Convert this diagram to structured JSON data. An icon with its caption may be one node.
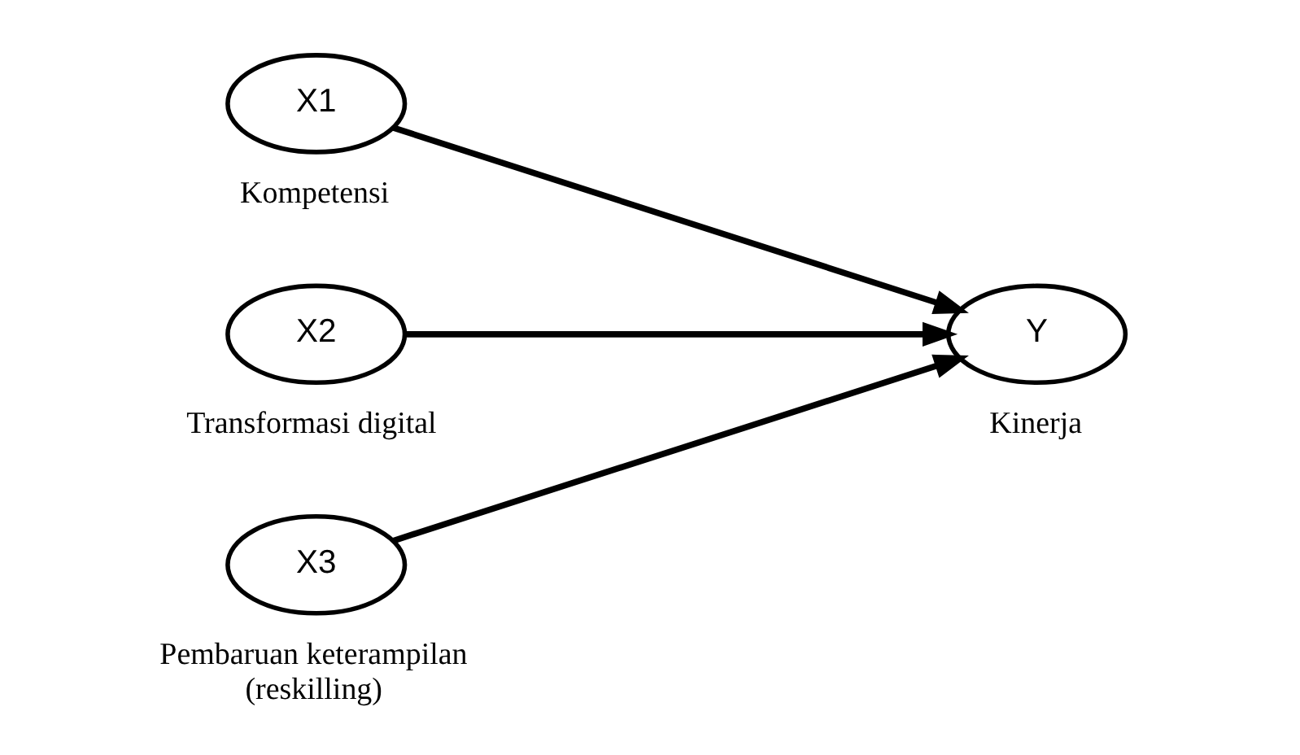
{
  "diagram": {
    "nodes": [
      {
        "text": [
          "X1"
        ],
        "beside": [
          "Kompetensi"
        ]
      },
      {
        "text": [
          "X2"
        ],
        "beside": [
          "Transformasi digital"
        ]
      },
      {
        "text": [
          "X3"
        ],
        "beside": [
          "Pembaruan keterampilan (reskilling)"
        ]
      },
      {
        "text": [
          "Y"
        ],
        "beside": [
          "Kinerja"
        ]
      }
    ],
    "edges": [
      {
        "from": 0,
        "to": 3,
        "arrow": "to"
      },
      {
        "from": 1,
        "to": 3,
        "arrow": "to"
      },
      {
        "from": 2,
        "to": 3,
        "arrow": "to"
      }
    ]
  }
}
